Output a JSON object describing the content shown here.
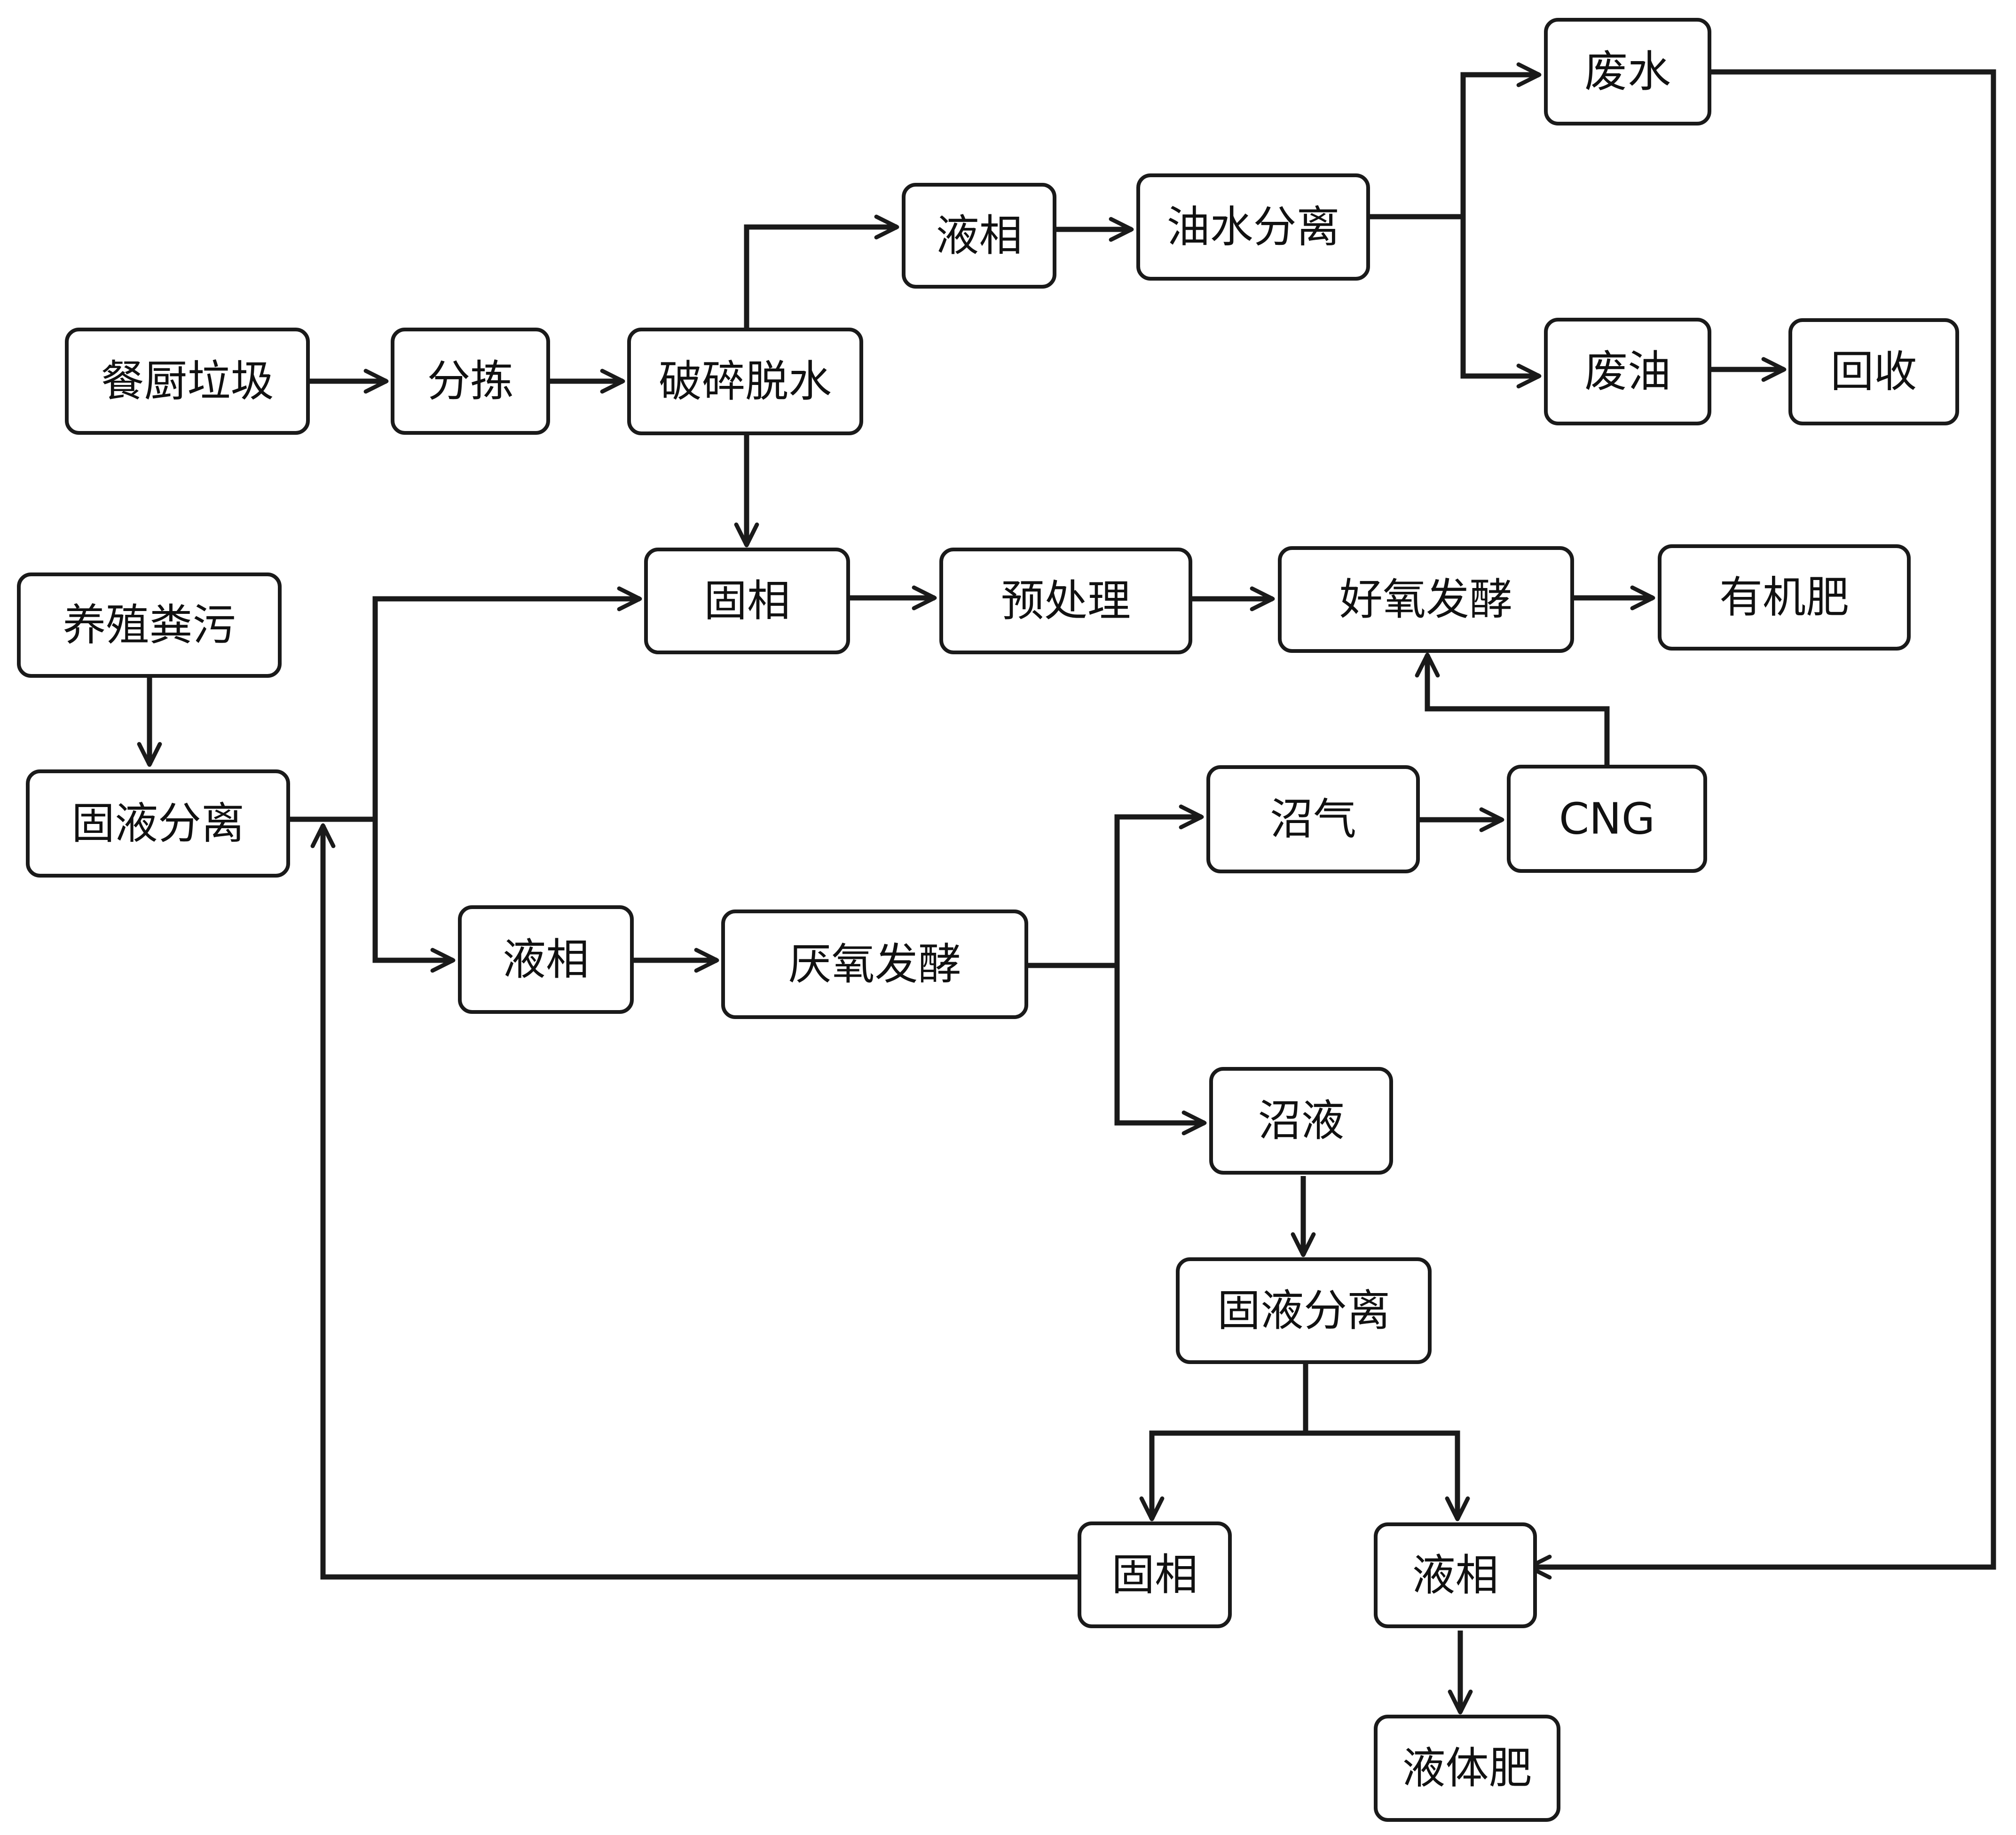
{
  "diagram": {
    "nodes": {
      "kitchen_waste": "餐厨垃圾",
      "sorting": "分拣",
      "crush_dewater": "破碎脱水",
      "liquid_top": "液相",
      "oil_water_sep": "油水分离",
      "wastewater": "废水",
      "waste_oil": "废油",
      "recycle": "回收",
      "solid_top": "固相",
      "pretreat": "预处理",
      "aerobic": "好氧发酵",
      "organic_fert": "有机肥",
      "livestock_manure": "养殖粪污",
      "sl_sep_left": "固液分离",
      "biogas": "沼气",
      "cng": "CNG",
      "liquid_mid": "液相",
      "anaerobic": "厌氧发酵",
      "digestate": "沼液",
      "sl_sep_bottom": "固液分离",
      "solid_bottom": "固相",
      "liquid_bottom": "液相",
      "liquid_fert": "液体肥"
    }
  },
  "colors": {
    "stroke": "#1a1a1a",
    "box_fill": "#ffffff",
    "text": "#111111"
  }
}
